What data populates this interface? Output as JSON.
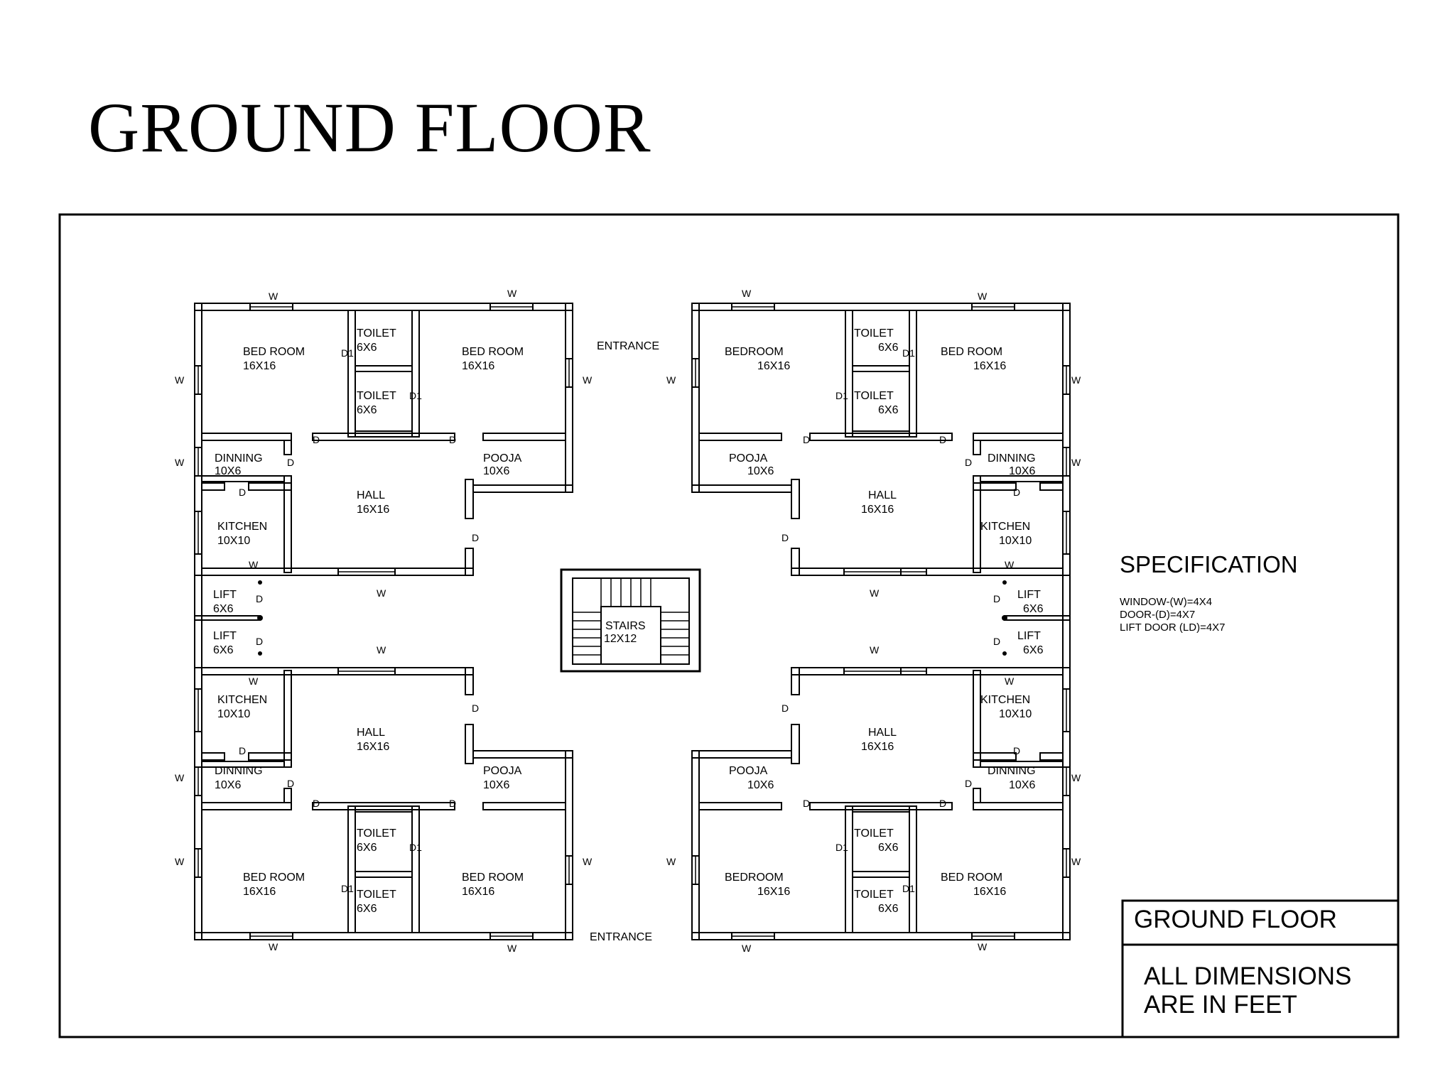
{
  "slide": {
    "title": "GROUND FLOOR"
  },
  "entrance": "ENTRANCE",
  "rooms": {
    "bedroom": "BED ROOM",
    "bedroom_compact": "BEDROOM",
    "bedroom_size": "16X16",
    "toilet": "TOILET",
    "toilet_size": "6X6",
    "dinning": "DINNING",
    "dinning_size": "10X6",
    "kitchen": "KITCHEN",
    "kitchen_size": "10X10",
    "hall": "HALL",
    "hall_size": "16X16",
    "pooja": "POOJA",
    "pooja_size": "10X6",
    "lift": "LIFT",
    "lift_size": "6X6",
    "stairs": "STAIRS",
    "stairs_size": "12X12"
  },
  "marks": {
    "window": "W",
    "door": "D",
    "door_toilet": "D1"
  },
  "specification": {
    "title": "SPECIFICATION",
    "lines": [
      "WINDOW-(W)=4X4",
      "DOOR-(D)=4X7",
      "LIFT DOOR (LD)=4X7"
    ]
  },
  "title_block": {
    "heading": "GROUND FLOOR",
    "note_line1": "ALL DIMENSIONS",
    "note_line2": "ARE IN FEET"
  }
}
